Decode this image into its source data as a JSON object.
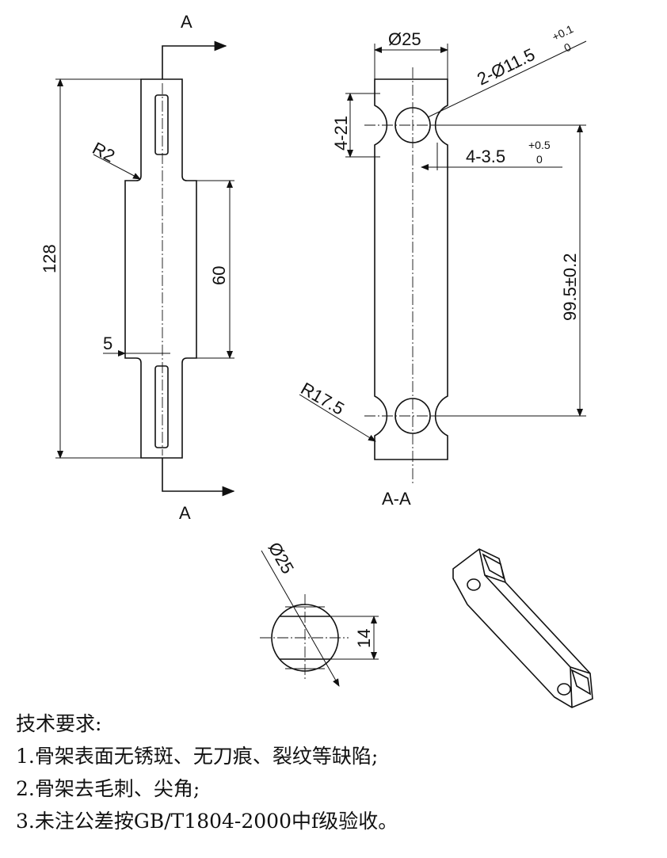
{
  "front_view": {
    "section_label_top": "A",
    "section_label_bottom": "A",
    "dim_overall_length": "128",
    "dim_middle_length": "60",
    "dim_width_step": "5",
    "dim_fillet": "R2"
  },
  "section_view": {
    "title": "A-A",
    "dim_diameter": "Ø25",
    "dim_holes": "2-Ø11.5",
    "dim_holes_tol_upper": "+0.1",
    "dim_holes_tol_lower": "0",
    "dim_slot_length": "4-21",
    "dim_slot_depth": "4-3.5",
    "dim_slot_tol_upper": "+0.5",
    "dim_slot_tol_lower": "0",
    "dim_center_distance": "99.5±0.2",
    "dim_radius": "R17.5"
  },
  "end_view": {
    "dim_diameter": "Ø25",
    "dim_flat": "14"
  },
  "technical_requirements": {
    "title": "技术要求:",
    "items": [
      "1.骨架表面无锈斑、无刀痕、裂纹等缺陷;",
      "2.骨架去毛刺、尖角;",
      "3.未注公差按GB/T1804-2000中f级验收。"
    ]
  }
}
